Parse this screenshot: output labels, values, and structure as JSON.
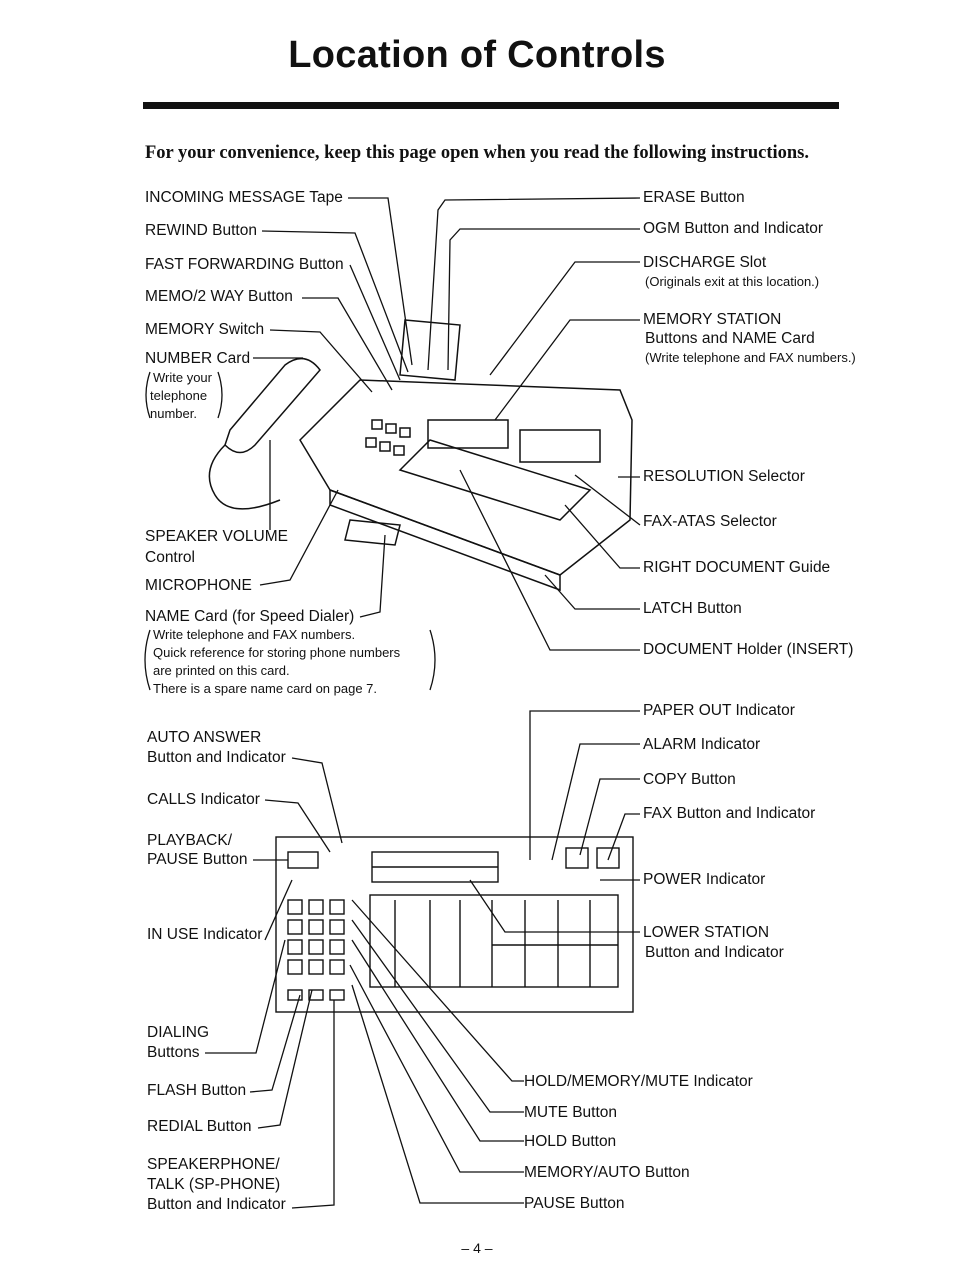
{
  "title": "Location of Controls",
  "intro": "For your convenience, keep this page open when you read the following instructions.",
  "top_left": {
    "incoming": "INCOMING MESSAGE Tape",
    "rewind": "REWIND Button",
    "ff": "FAST FORWARDING Button",
    "memo": "MEMO/2 WAY Button",
    "memswitch": "MEMORY Switch",
    "number_card": "NUMBER Card",
    "number_note": [
      "Write your",
      "telephone",
      "number."
    ],
    "speaker_vol": "SPEAKER VOLUME",
    "speaker_vol2": "Control",
    "microphone": "MICROPHONE",
    "name_card": "NAME Card (for Speed Dialer)",
    "name_note": [
      "Write telephone and FAX numbers.",
      "Quick reference for storing phone numbers",
      "are printed on this card.",
      "There is a spare name card on page 7."
    ]
  },
  "top_right": {
    "erase": "ERASE Button",
    "ogm": "OGM Button and Indicator",
    "discharge": "DISCHARGE Slot",
    "discharge_note": "(Originals exit at this location.)",
    "mem_station": "MEMORY STATION",
    "mem_station2": "Buttons and NAME Card",
    "mem_station_note": "(Write telephone and FAX numbers.)",
    "resolution": "RESOLUTION Selector",
    "fax_atas": "FAX-ATAS Selector",
    "right_doc": "RIGHT DOCUMENT Guide",
    "latch": "LATCH Button",
    "doc_holder": "DOCUMENT Holder (INSERT)"
  },
  "bottom_left": {
    "auto_answer": "AUTO ANSWER",
    "auto_answer2": "Button and Indicator",
    "calls": "CALLS Indicator",
    "playback": "PLAYBACK/",
    "playback2": "PAUSE Button",
    "in_use": "IN USE Indicator",
    "dialing": "DIALING",
    "dialing2": "Buttons",
    "flash": "FLASH Button",
    "redial": "REDIAL Button",
    "sp1": "SPEAKERPHONE/",
    "sp2": "TALK (SP-PHONE)",
    "sp3": "Button and Indicator"
  },
  "bottom_right": {
    "paper_out": "PAPER OUT Indicator",
    "alarm": "ALARM Indicator",
    "copy": "COPY Button",
    "fax": "FAX Button and  Indicator",
    "power": "POWER Indicator",
    "lower_station": "LOWER STATION",
    "lower_station2": "Button and Indicator",
    "hold_mem_mute": "HOLD/MEMORY/MUTE Indicator",
    "mute": "MUTE Button",
    "hold": "HOLD Button",
    "mem_auto": "MEMORY/AUTO Button",
    "pause": "PAUSE Button"
  },
  "page_number": "– 4 –"
}
